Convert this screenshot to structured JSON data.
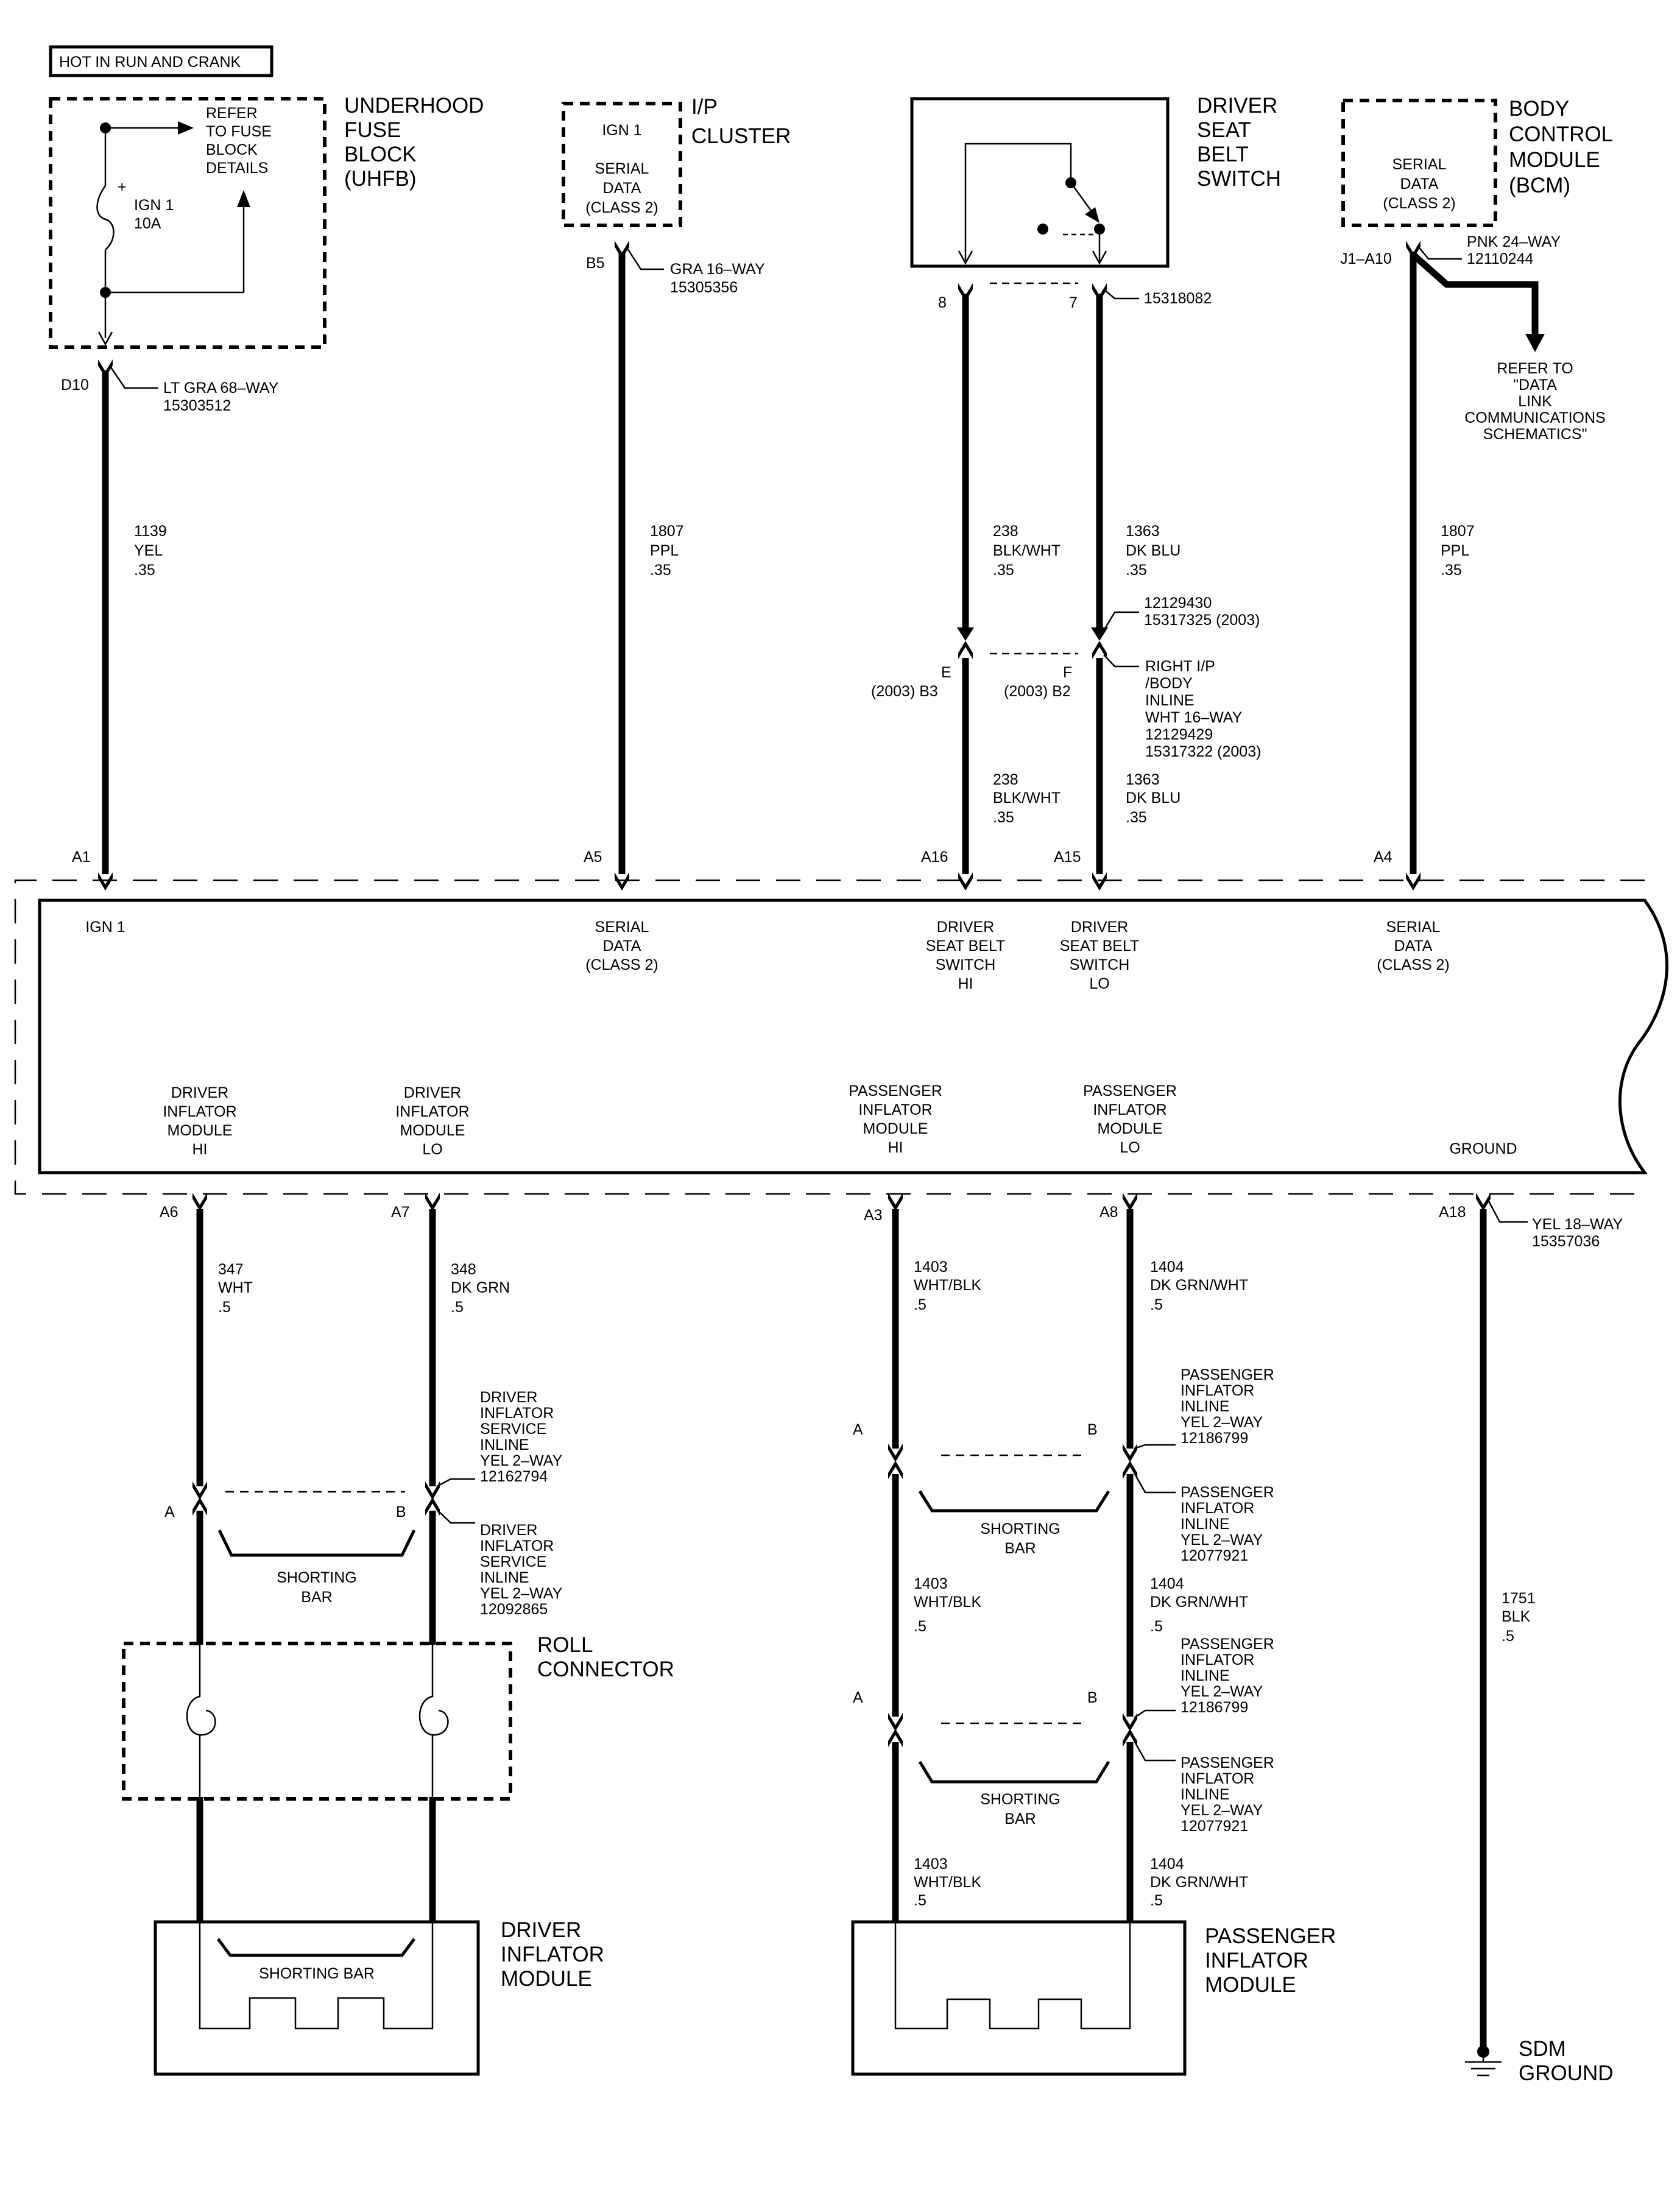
{
  "header": {
    "hot_in_run_and_crank": "HOT IN RUN AND CRANK"
  },
  "uhfb": {
    "title": [
      "UNDERHOOD",
      "FUSE",
      "BLOCK",
      "(UHFB)"
    ],
    "refer": [
      "REFER",
      "TO FUSE",
      "BLOCK",
      "DETAILS"
    ],
    "fuse_label": [
      "IGN 1",
      "10A"
    ],
    "fuse_plus": "+",
    "pin": "D10",
    "connector": [
      "LT GRA 68–WAY",
      "15303512"
    ]
  },
  "ip_cluster": {
    "title": [
      "I/P",
      "CLUSTER"
    ],
    "box_text": [
      "IGN 1",
      "SERIAL",
      "DATA",
      "(CLASS 2)"
    ],
    "pin": "B5",
    "connector": [
      "GRA 16–WAY",
      "15305356"
    ]
  },
  "seat_belt_switch": {
    "title": [
      "DRIVER",
      "SEAT",
      "BELT",
      "SWITCH"
    ],
    "pin_left": "8",
    "pin_right": "7",
    "connector": "15318082"
  },
  "bcm": {
    "title": [
      "BODY",
      "CONTROL",
      "MODULE",
      "(BCM)"
    ],
    "box_text": [
      "SERIAL",
      "DATA",
      "(CLASS 2)"
    ],
    "pin": "J1–A10",
    "connector": [
      "PNK 24–WAY",
      "12110244"
    ],
    "refer": [
      "REFER TO",
      "\"DATA",
      "LINK",
      "COMMUNICATIONS",
      "SCHEMATICS\""
    ]
  },
  "wires_top": {
    "w1139": [
      "1139",
      "YEL",
      ".35"
    ],
    "w1807a": [
      "1807",
      "PPL",
      ".35"
    ],
    "w238a": [
      "238",
      "BLK/WHT",
      ".35"
    ],
    "w1363a": [
      "1363",
      "DK BLU",
      ".35"
    ],
    "w1807b": [
      "1807",
      "PPL",
      ".35"
    ],
    "w238b": [
      "238",
      "BLK/WHT",
      ".35"
    ],
    "w1363b": [
      "1363",
      "DK BLU",
      ".35"
    ]
  },
  "ip_inline": {
    "conn_part": [
      "12129430",
      "15317325 (2003)"
    ],
    "pin_e": [
      "E",
      "(2003) B3"
    ],
    "pin_f": [
      "F",
      "(2003) B2"
    ],
    "label": [
      "RIGHT I/P",
      "/BODY",
      "INLINE",
      "WHT 16–WAY",
      "12129429",
      "15317322 (2003)"
    ]
  },
  "sdm": {
    "pins_top": [
      "A1",
      "A5",
      "A16",
      "A15",
      "A4"
    ],
    "top_labels": [
      [
        "IGN 1"
      ],
      [
        "SERIAL",
        "DATA",
        "(CLASS 2)"
      ],
      [
        "DRIVER",
        "SEAT BELT",
        "SWITCH",
        "HI"
      ],
      [
        "DRIVER",
        "SEAT BELT",
        "SWITCH",
        "LO"
      ],
      [
        "SERIAL",
        "DATA",
        "(CLASS 2)"
      ]
    ],
    "bottom_labels": [
      [
        "DRIVER",
        "INFLATOR",
        "MODULE",
        "HI"
      ],
      [
        "DRIVER",
        "INFLATOR",
        "MODULE",
        "LO"
      ],
      [
        "PASSENGER",
        "INFLATOR",
        "MODULE",
        "HI"
      ],
      [
        "PASSENGER",
        "INFLATOR",
        "MODULE",
        "LO"
      ],
      [
        "GROUND"
      ]
    ],
    "pins_bottom": [
      "A6",
      "A7",
      "A3",
      "A8",
      "A18"
    ],
    "connector_bottom": [
      "YEL 18–WAY",
      "15357036"
    ]
  },
  "driver_side": {
    "w347": [
      "347",
      "WHT",
      ".5"
    ],
    "w348": [
      "348",
      "DK GRN",
      ".5"
    ],
    "service_inline_1": [
      "DRIVER",
      "INFLATOR",
      "SERVICE",
      "INLINE",
      "YEL 2–WAY",
      "12162794"
    ],
    "pin_a": "A",
    "pin_b": "B",
    "service_inline_2": [
      "DRIVER",
      "INFLATOR",
      "SERVICE",
      "INLINE",
      "YEL 2–WAY",
      "12092865"
    ],
    "shorting_bar": [
      "SHORTING",
      "BAR"
    ],
    "roll_connector": [
      "ROLL",
      "CONNECTOR"
    ],
    "module_shorting_bar": "SHORTING BAR",
    "module_title": [
      "DRIVER",
      "INFLATOR",
      "MODULE"
    ]
  },
  "passenger_side": {
    "w1403": [
      "1403",
      "WHT/BLK",
      ".5"
    ],
    "w1404": [
      "1404",
      "DK GRN/WHT",
      ".5"
    ],
    "pin_a": "A",
    "pin_b": "B",
    "inline_12186799": [
      "PASSENGER",
      "INFLATOR",
      "INLINE",
      "YEL 2–WAY",
      "12186799"
    ],
    "inline_12077921": [
      "PASSENGER",
      "INFLATOR",
      "INLINE",
      "YEL 2–WAY",
      "12077921"
    ],
    "shorting_bar": [
      "SHORTING",
      "BAR"
    ],
    "module_title": [
      "PASSENGER",
      "INFLATOR",
      "MODULE"
    ]
  },
  "ground": {
    "w1751": [
      "1751",
      "BLK",
      ".5"
    ],
    "title": [
      "SDM",
      "GROUND"
    ]
  }
}
